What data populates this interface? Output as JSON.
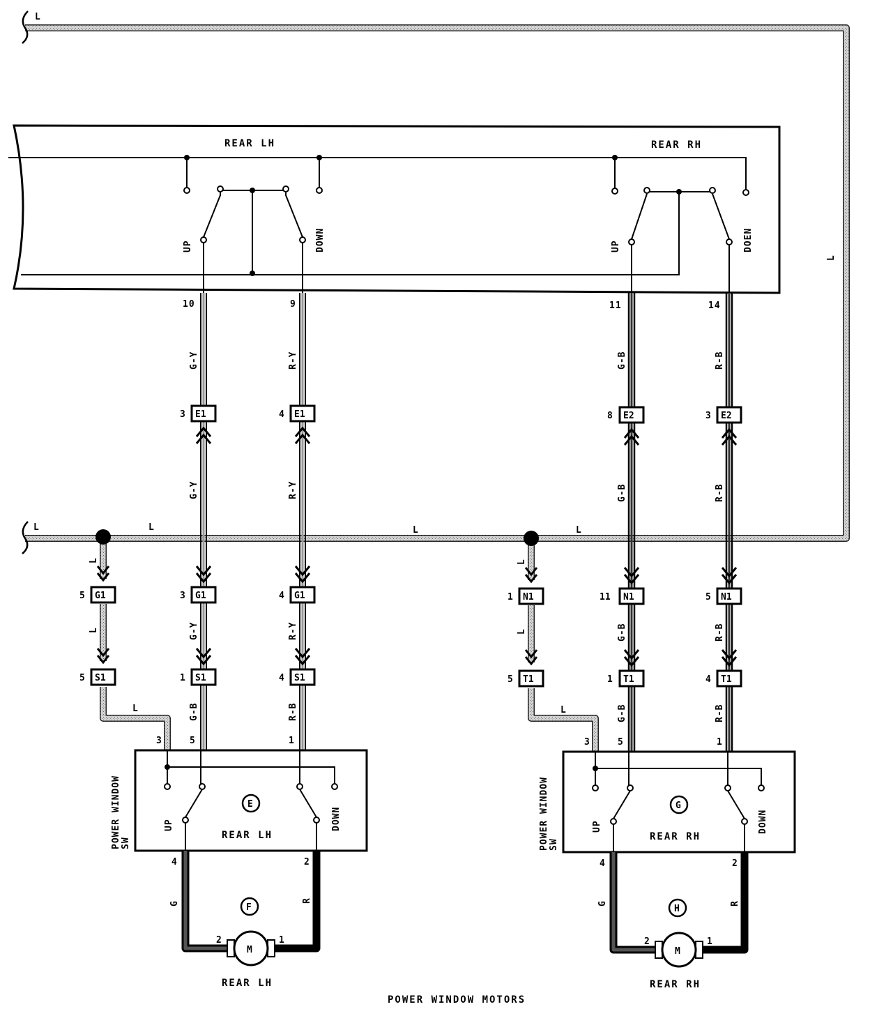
{
  "diagram": {
    "title": "POWER WINDOW MOTORS",
    "master_switch": {
      "rear_lh_label": "REAR LH",
      "rear_rh_label": "REAR RH",
      "up_lh": "UP",
      "down_lh": "DOWN",
      "up_rh": "UP",
      "down_rh": "DOEN",
      "pins": {
        "lh_up": "10",
        "lh_down": "9",
        "rh_up": "11",
        "rh_down": "14"
      }
    },
    "bus": {
      "wire_top": "L",
      "wire_right": "L",
      "wire_main_1": "L",
      "wire_main_2": "L",
      "wire_main_3": "L",
      "wire_main_4": "L"
    },
    "wires": {
      "gy": "G-Y",
      "ry": "R-Y",
      "gb": "G-B",
      "rb": "R-B",
      "l": "L",
      "g": "G",
      "r": "R"
    },
    "connectors": {
      "e1_a": {
        "pin": "3",
        "name": "E1"
      },
      "e1_b": {
        "pin": "4",
        "name": "E1"
      },
      "e2_a": {
        "pin": "8",
        "name": "E2"
      },
      "e2_b": {
        "pin": "3",
        "name": "E2"
      },
      "g1_l": {
        "pin": "5",
        "name": "G1"
      },
      "g1_a": {
        "pin": "3",
        "name": "G1"
      },
      "g1_b": {
        "pin": "4",
        "name": "G1"
      },
      "s1_l": {
        "pin": "5",
        "name": "S1"
      },
      "s1_a": {
        "pin": "1",
        "name": "S1"
      },
      "s1_b": {
        "pin": "4",
        "name": "S1"
      },
      "n1_l": {
        "pin": "1",
        "name": "N1"
      },
      "n1_a": {
        "pin": "11",
        "name": "N1"
      },
      "n1_b": {
        "pin": "5",
        "name": "N1"
      },
      "t1_l": {
        "pin": "5",
        "name": "T1"
      },
      "t1_a": {
        "pin": "1",
        "name": "T1"
      },
      "t1_b": {
        "pin": "4",
        "name": "T1"
      }
    },
    "switch_lh": {
      "label_1": "POWER WINDOW",
      "label_2": "SW",
      "code": "E",
      "name": "REAR LH",
      "up": "UP",
      "down": "DOWN",
      "pin_l": "3",
      "pin_up": "5",
      "pin_down": "1",
      "pin_motor_g": "4",
      "pin_motor_r": "2"
    },
    "switch_rh": {
      "label_1": "POWER WINDOW",
      "label_2": "SW",
      "code": "G",
      "name": "REAR RH",
      "up": "UP",
      "down": "DOWN",
      "pin_l": "3",
      "pin_up": "5",
      "pin_down": "1",
      "pin_motor_g": "4",
      "pin_motor_r": "2"
    },
    "motor_lh": {
      "code": "F",
      "symbol": "M",
      "name": "REAR LH",
      "pin_g": "2",
      "pin_r": "1"
    },
    "motor_rh": {
      "code": "H",
      "symbol": "M",
      "name": "REAR RH",
      "pin_g": "2",
      "pin_r": "1"
    }
  }
}
